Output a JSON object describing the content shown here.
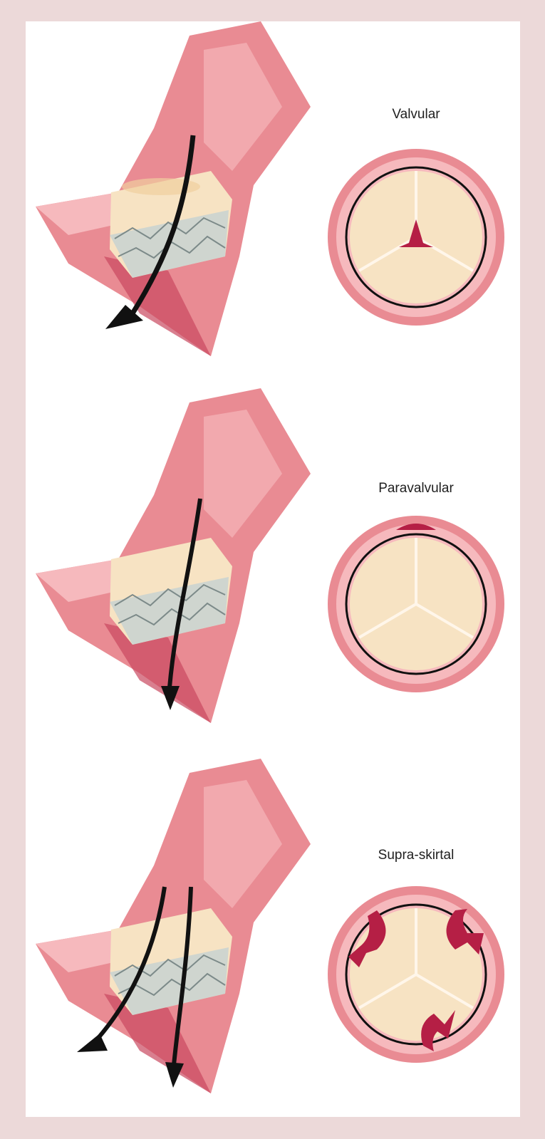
{
  "figure": {
    "panels": [
      {
        "id": "valvular",
        "label": "Valvular"
      },
      {
        "id": "paravalvular",
        "label": "Paravalvular"
      },
      {
        "id": "supra-skirtal",
        "label": "Supra-skirtal"
      }
    ]
  },
  "colors": {
    "frame": "#ecd9d9",
    "tissue": "#e98b93",
    "tissue_dark": "#c9485f",
    "tissue_light": "#f6b9bd",
    "leaflet": "#f7e3c3",
    "leaflet_shade": "#f0cf9e",
    "stent": "#b8c3c2",
    "jet": "#b51f45",
    "arrow": "#111111"
  }
}
